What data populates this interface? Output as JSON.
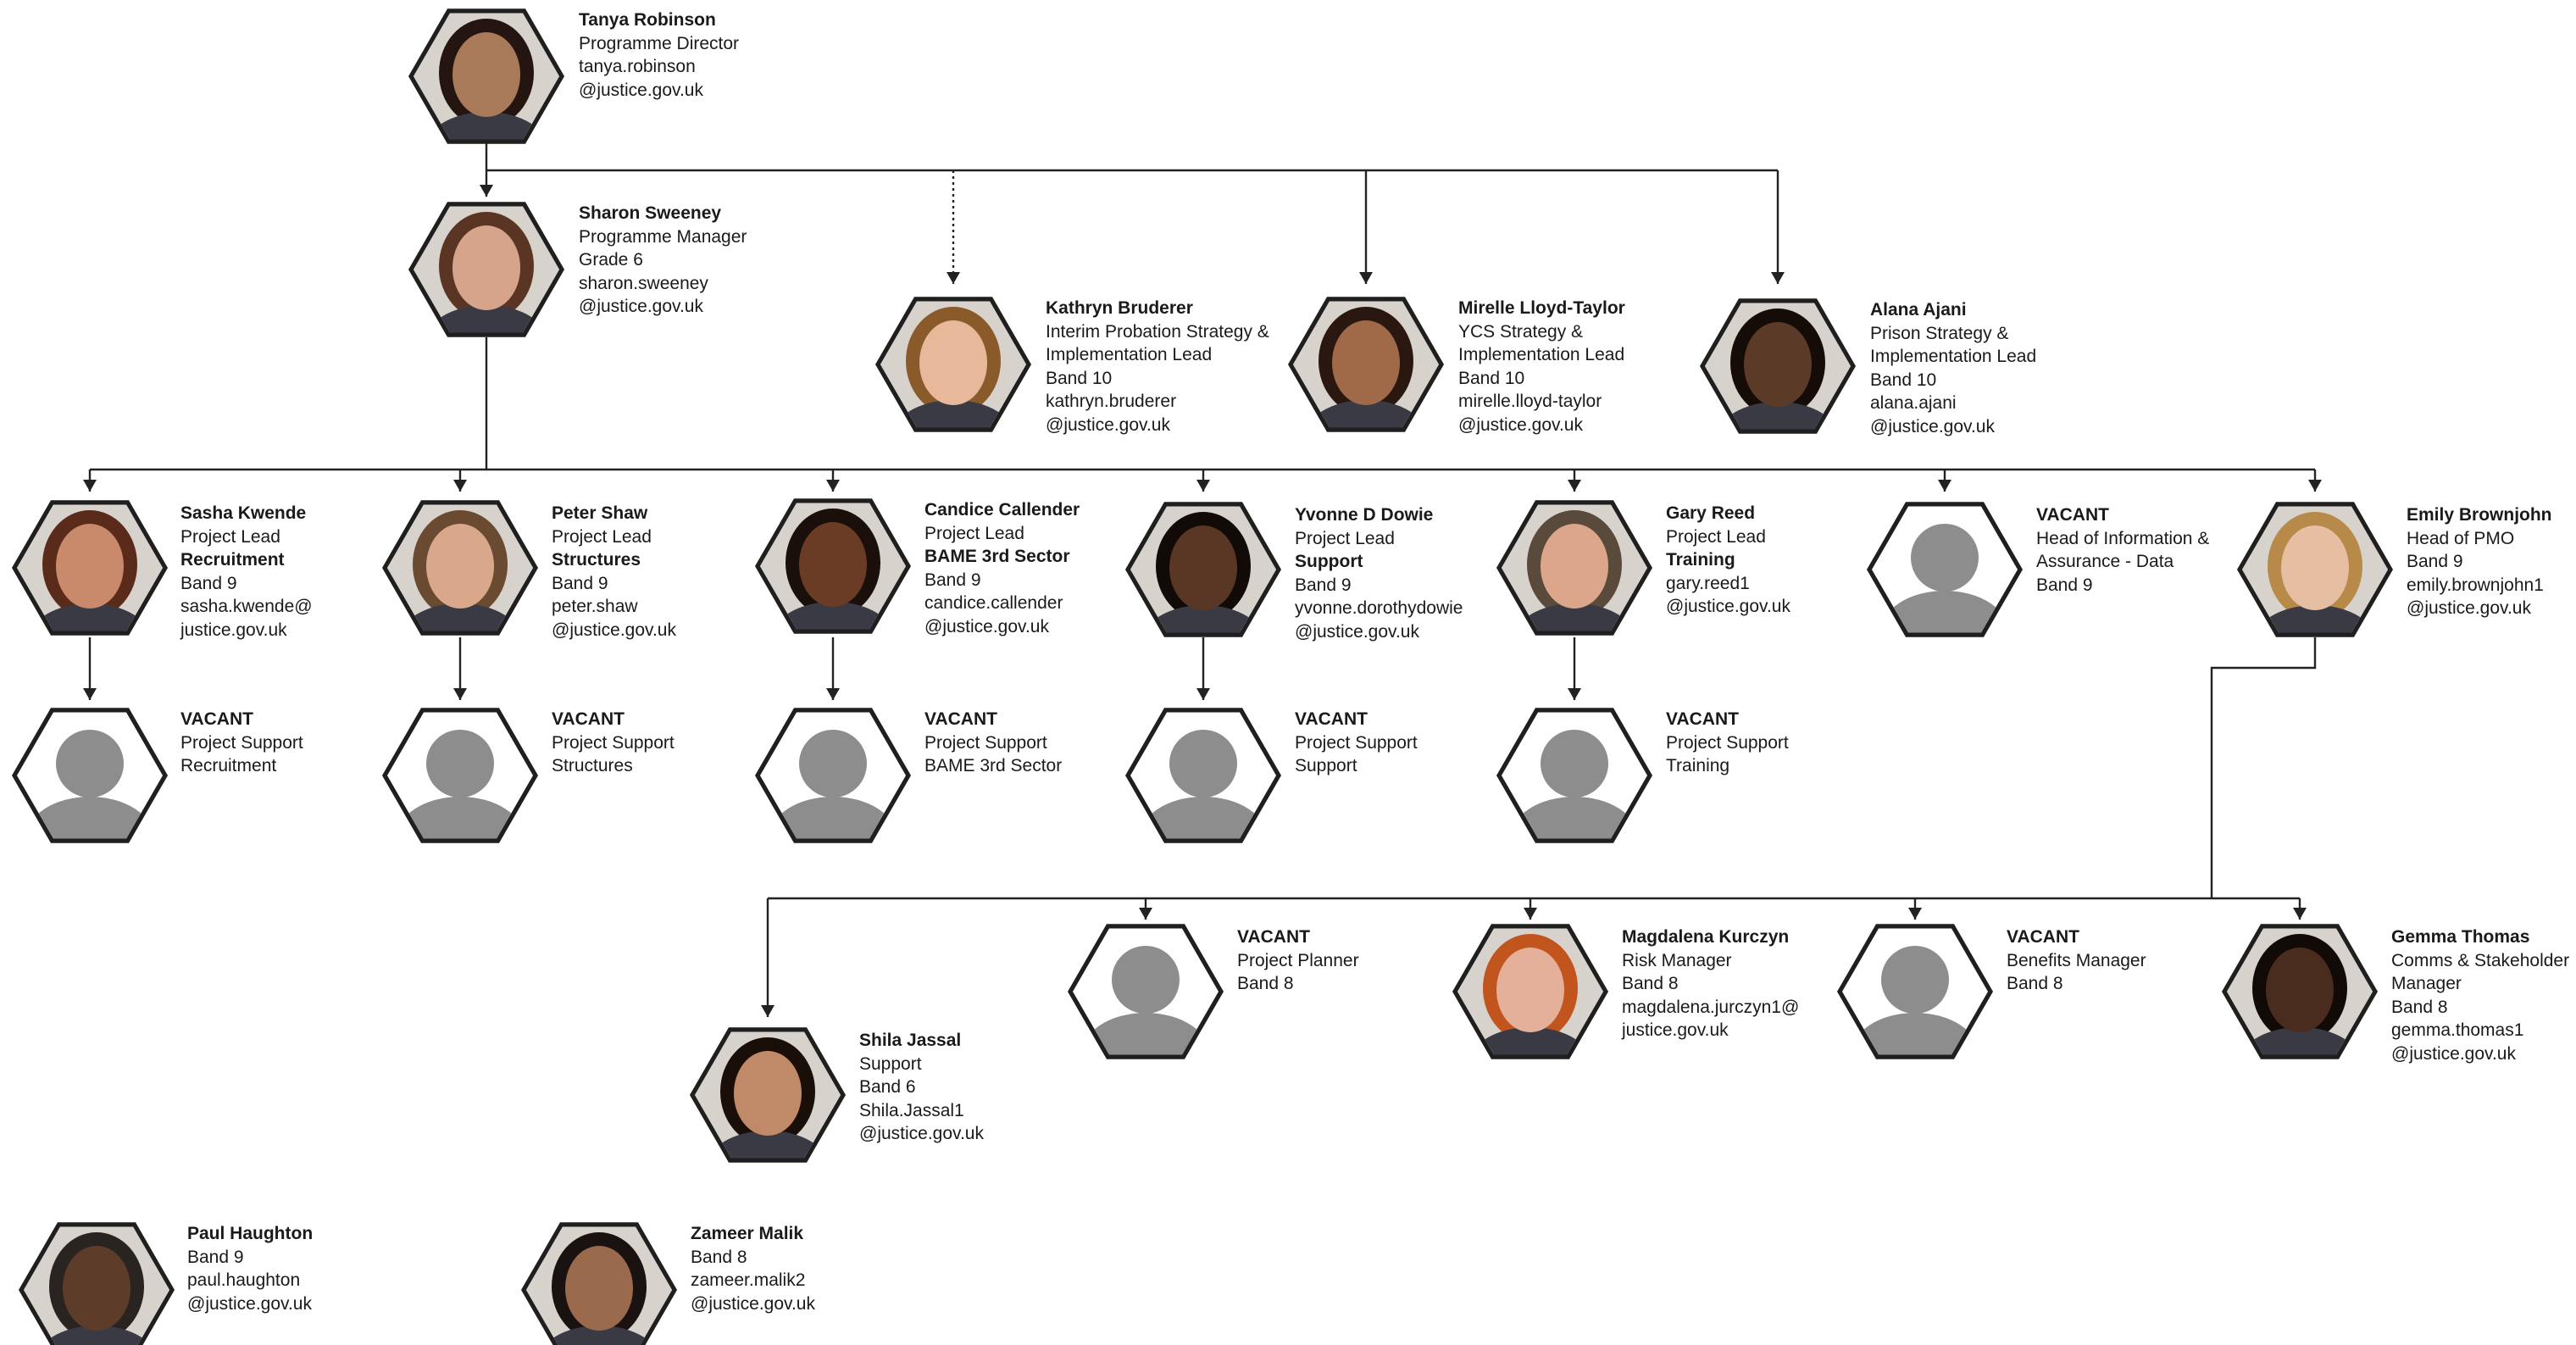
{
  "nodes": [
    {
      "id": "robinson",
      "vacant": false,
      "skin": "#a87a5a",
      "hair": "#241510",
      "name": "Tanya Robinson",
      "lines": [
        {
          "t": "Programme Director"
        },
        {
          "t": "tanya.robinson"
        },
        {
          "t": "@justice.gov.uk"
        }
      ]
    },
    {
      "id": "sweeney",
      "vacant": false,
      "skin": "#d6a48a",
      "hair": "#5a3524",
      "name": "Sharon Sweeney",
      "lines": [
        {
          "t": "Programme Manager"
        },
        {
          "t": "Grade 6"
        },
        {
          "t": "sharon.sweeney"
        },
        {
          "t": "@justice.gov.uk"
        }
      ]
    },
    {
      "id": "bruderer",
      "vacant": false,
      "skin": "#e7b99a",
      "hair": "#8a5a2a",
      "name": "Kathryn Bruderer",
      "lines": [
        {
          "t": "Interim Probation Strategy &"
        },
        {
          "t": "Implementation Lead"
        },
        {
          "t": "Band 10"
        },
        {
          "t": "kathryn.bruderer"
        },
        {
          "t": "@justice.gov.uk"
        }
      ]
    },
    {
      "id": "lloydtaylor",
      "vacant": false,
      "skin": "#a06a48",
      "hair": "#2a1810",
      "name": "Mirelle Lloyd-Taylor",
      "lines": [
        {
          "t": "YCS Strategy &"
        },
        {
          "t": "Implementation Lead"
        },
        {
          "t": "Band 10"
        },
        {
          "t": "mirelle.lloyd-taylor"
        },
        {
          "t": "@justice.gov.uk"
        }
      ]
    },
    {
      "id": "ajani",
      "vacant": false,
      "skin": "#5b3a28",
      "hair": "#150c08",
      "name": "Alana Ajani",
      "lines": [
        {
          "t": "Prison Strategy &"
        },
        {
          "t": "Implementation Lead"
        },
        {
          "t": "Band 10"
        },
        {
          "t": "alana.ajani"
        },
        {
          "t": "@justice.gov.uk"
        }
      ]
    },
    {
      "id": "kwende",
      "vacant": false,
      "skin": "#c88a6a",
      "hair": "#5a2a1a",
      "name": "Sasha Kwende",
      "lines": [
        {
          "t": "Project Lead"
        },
        {
          "t": "Recruitment",
          "b": true
        },
        {
          "t": "Band 9"
        },
        {
          "t": "sasha.kwende@"
        },
        {
          "t": "justice.gov.uk"
        }
      ]
    },
    {
      "id": "shaw",
      "vacant": false,
      "skin": "#d9a88a",
      "hair": "#6a4a30",
      "name": "Peter Shaw",
      "lines": [
        {
          "t": "Project Lead"
        },
        {
          "t": "Structures",
          "b": true
        },
        {
          "t": "Band 9"
        },
        {
          "t": "peter.shaw"
        },
        {
          "t": "@justice.gov.uk"
        }
      ]
    },
    {
      "id": "callender",
      "vacant": false,
      "skin": "#6a3c26",
      "hair": "#1a0f0a",
      "name": "Candice Callender",
      "lines": [
        {
          "t": "Project Lead"
        },
        {
          "t": "BAME 3rd Sector",
          "b": true
        },
        {
          "t": "Band 9"
        },
        {
          "t": "candice.callender"
        },
        {
          "t": "@justice.gov.uk"
        }
      ]
    },
    {
      "id": "dowie",
      "vacant": false,
      "skin": "#5a3624",
      "hair": "#120a06",
      "name": "Yvonne D Dowie",
      "lines": [
        {
          "t": "Project Lead"
        },
        {
          "t": "Support",
          "b": true
        },
        {
          "t": "Band 9"
        },
        {
          "t": "yvonne.dorothydowie"
        },
        {
          "t": "@justice.gov.uk"
        }
      ]
    },
    {
      "id": "reed",
      "vacant": false,
      "skin": "#dba68a",
      "hair": "#5a4a3c",
      "name": "Gary Reed",
      "lines": [
        {
          "t": "Project Lead"
        },
        {
          "t": "Training",
          "b": true
        },
        {
          "t": "gary.reed1"
        },
        {
          "t": "@justice.gov.uk"
        }
      ]
    },
    {
      "id": "vac_info",
      "vacant": true,
      "name": "VACANT",
      "lines": [
        {
          "t": "Head of Information &"
        },
        {
          "t": "Assurance - Data"
        },
        {
          "t": "Band 9"
        }
      ]
    },
    {
      "id": "brownjohn",
      "vacant": false,
      "skin": "#e6bfa2",
      "hair": "#b88a4a",
      "name": "Emily Brownjohn",
      "lines": [
        {
          "t": "Head of PMO"
        },
        {
          "t": "Band 9"
        },
        {
          "t": "emily.brownjohn1"
        },
        {
          "t": "@justice.gov.uk"
        }
      ]
    },
    {
      "id": "vac_rec",
      "vacant": true,
      "name": "VACANT",
      "lines": [
        {
          "t": "Project Support"
        },
        {
          "t": "Recruitment"
        }
      ]
    },
    {
      "id": "vac_str",
      "vacant": true,
      "name": "VACANT",
      "lines": [
        {
          "t": "Project Support"
        },
        {
          "t": "Structures"
        }
      ]
    },
    {
      "id": "vac_bame",
      "vacant": true,
      "name": "VACANT",
      "lines": [
        {
          "t": "Project Support"
        },
        {
          "t": "BAME 3rd Sector"
        }
      ]
    },
    {
      "id": "vac_sup",
      "vacant": true,
      "name": "VACANT",
      "lines": [
        {
          "t": "Project Support"
        },
        {
          "t": "Support"
        }
      ]
    },
    {
      "id": "vac_trn",
      "vacant": true,
      "name": "VACANT",
      "lines": [
        {
          "t": "Project Support"
        },
        {
          "t": "Training"
        }
      ]
    },
    {
      "id": "vac_plan",
      "vacant": true,
      "name": "VACANT",
      "lines": [
        {
          "t": "Project Planner"
        },
        {
          "t": "Band 8"
        }
      ]
    },
    {
      "id": "kurczyn",
      "vacant": false,
      "skin": "#e4b09a",
      "hair": "#c2541e",
      "name": "Magdalena Kurczyn",
      "lines": [
        {
          "t": "Risk Manager"
        },
        {
          "t": "Band 8"
        },
        {
          "t": "magdalena.jurczyn1@"
        },
        {
          "t": "justice.gov.uk"
        }
      ]
    },
    {
      "id": "vac_ben",
      "vacant": true,
      "name": "VACANT",
      "lines": [
        {
          "t": "Benefits Manager"
        },
        {
          "t": "Band 8"
        }
      ]
    },
    {
      "id": "thomas",
      "vacant": false,
      "skin": "#4a2c1e",
      "hair": "#120a06",
      "name": "Gemma Thomas",
      "lines": [
        {
          "t": "Comms & Stakeholder"
        },
        {
          "t": "Manager"
        },
        {
          "t": "Band 8"
        },
        {
          "t": "gemma.thomas1"
        },
        {
          "t": "@justice.gov.uk"
        }
      ]
    },
    {
      "id": "jassal",
      "vacant": false,
      "skin": "#c08a68",
      "hair": "#1a0e08",
      "name": "Shila Jassal",
      "lines": [
        {
          "t": "Support"
        },
        {
          "t": "Band 6"
        },
        {
          "t": "Shila.Jassal1"
        },
        {
          "t": "@justice.gov.uk"
        }
      ]
    },
    {
      "id": "haughton",
      "vacant": false,
      "skin": "#5e3c2a",
      "hair": "#2a2420",
      "name": "Paul Haughton",
      "lines": [
        {
          "t": "Band 9"
        },
        {
          "t": "paul.haughton"
        },
        {
          "t": "@justice.gov.uk"
        }
      ]
    },
    {
      "id": "malik",
      "vacant": false,
      "skin": "#9a6a4c",
      "hair": "#1a1210",
      "name": "Zameer Malik",
      "lines": [
        {
          "t": "Band 8"
        },
        {
          "t": "zameer.malik2"
        },
        {
          "t": "@justice.gov.uk"
        }
      ]
    }
  ]
}
